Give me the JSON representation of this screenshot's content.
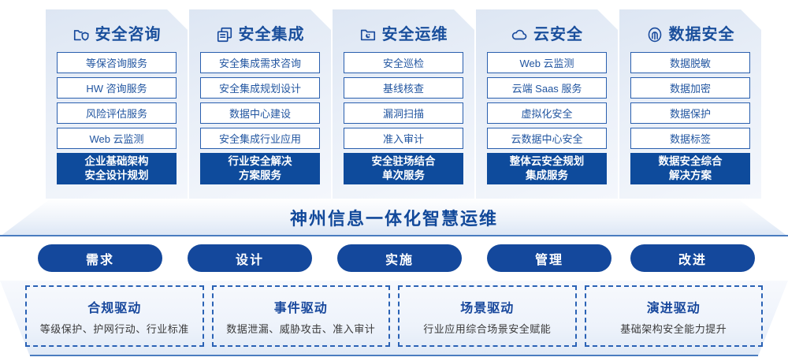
{
  "pillars": [
    {
      "icon": "folder-shield-icon",
      "title": "安全咨询",
      "items": [
        "等保咨询服务",
        "HW 咨询服务",
        "风险评估服务",
        "Web 云监测"
      ],
      "highlight": [
        "企业基础架构",
        "安全设计规划"
      ]
    },
    {
      "icon": "stacked-documents-icon",
      "title": "安全集成",
      "items": [
        "安全集成需求咨询",
        "安全集成规划设计",
        "数据中心建设",
        "安全集成行业应用"
      ],
      "highlight": [
        "行业安全解决",
        "方案服务"
      ]
    },
    {
      "icon": "folder-chart-icon",
      "title": "安全运维",
      "items": [
        "安全巡检",
        "基线核查",
        "漏洞扫描",
        "准入审计"
      ],
      "highlight": [
        "安全驻场结合",
        "单次服务"
      ]
    },
    {
      "icon": "cloud-icon",
      "title": "云安全",
      "items": [
        "Web 云监测",
        "云端 Saas 服务",
        "虚拟化安全",
        "云数据中心安全"
      ],
      "highlight": [
        "整体云安全规划",
        "集成服务"
      ]
    },
    {
      "icon": "fingerprint-icon",
      "title": "数据安全",
      "items": [
        "数据脱敏",
        "数据加密",
        "数据保护",
        "数据标签"
      ],
      "highlight": [
        "数据安全综合",
        "解决方案"
      ]
    }
  ],
  "banner": {
    "text": "神州信息一体化智慧运维"
  },
  "stages": [
    {
      "label": "需求"
    },
    {
      "label": "设计"
    },
    {
      "label": "实施"
    },
    {
      "label": "管理"
    },
    {
      "label": "改进"
    }
  ],
  "drivers": [
    {
      "title": "合规驱动",
      "desc": "等级保护、护网行动、行业标准"
    },
    {
      "title": "事件驱动",
      "desc": "数据泄漏、威胁攻击、准入审计"
    },
    {
      "title": "场景驱动",
      "desc": "行业应用综合场景安全赋能"
    },
    {
      "title": "演进驱动",
      "desc": "基础架构安全能力提升"
    }
  ],
  "colors": {
    "brand_blue": "#0e4b9c",
    "text_blue": "#2155a0",
    "pill_blue": "#14489c",
    "dashed_border": "#2a62b5"
  }
}
